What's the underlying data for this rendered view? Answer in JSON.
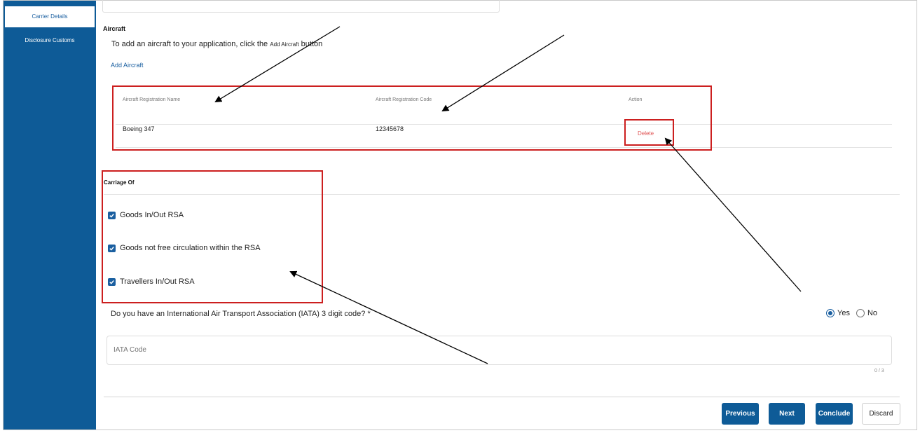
{
  "sidebar": {
    "items": [
      {
        "label": "Carrier Details"
      },
      {
        "label": "Disclosure Customs"
      }
    ]
  },
  "aircraft": {
    "section_title": "Aircraft",
    "instruction_pre": "To add an aircraft to your application, click the",
    "instruction_button": "Add Aircraft",
    "instruction_post": "button",
    "add_link": "Add Aircraft",
    "table": {
      "headers": [
        "Aircraft Registration Name",
        "Aircraft Registration Code",
        "Action"
      ],
      "rows": [
        {
          "name": "Boeing 347",
          "code": "12345678",
          "action": "Delete"
        }
      ]
    }
  },
  "carriage": {
    "title": "Carriage Of",
    "options": [
      {
        "label": "Goods In/Out RSA",
        "checked": true
      },
      {
        "label": "Goods not free circulation within the RSA",
        "checked": true
      },
      {
        "label": "Travellers In/Out RSA",
        "checked": true
      }
    ]
  },
  "iata": {
    "question": "Do you have an International Air Transport Association (IATA) 3 digit code? *",
    "yes_label": "Yes",
    "no_label": "No",
    "selected": "Yes",
    "placeholder": "IATA Code",
    "value": "",
    "counter": "0 / 3"
  },
  "buttons": {
    "previous": "Previous",
    "next": "Next",
    "conclude": "Conclude",
    "discard": "Discard"
  },
  "colors": {
    "sidebar": "#0e5b97",
    "link": "#1a5fa0",
    "annotation_red": "#cc1f1f",
    "delete_text": "#e05555"
  }
}
